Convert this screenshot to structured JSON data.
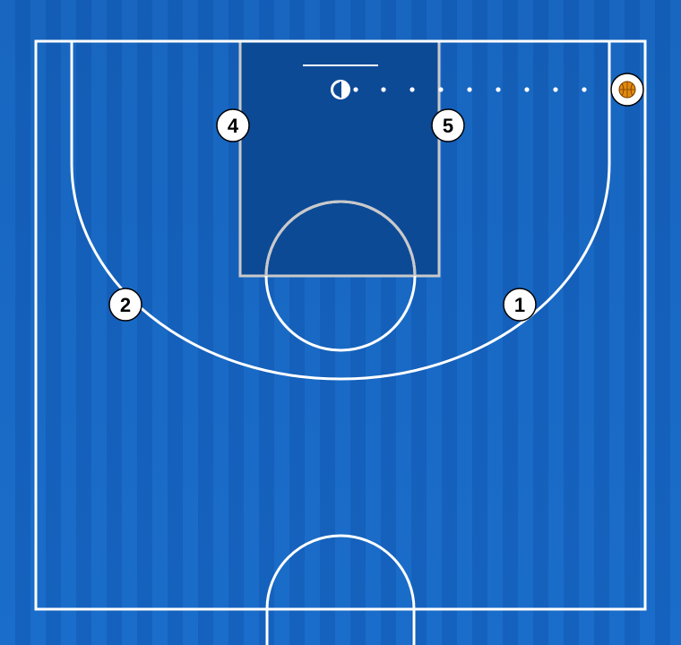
{
  "court": {
    "colors": {
      "background": "#1565c0",
      "stripe_light": "#1a70cc",
      "stripe_dark": "#1560bb",
      "paint": "#0d4a96",
      "lines": "#ffffff",
      "paint_lines": "#c8c8c8",
      "player_fill": "#ffffff",
      "player_stroke": "#000000",
      "ball": "#e08a10"
    }
  },
  "players": [
    {
      "id": "p1",
      "label": "1"
    },
    {
      "id": "p2",
      "label": "2"
    },
    {
      "id": "p4",
      "label": "4"
    },
    {
      "id": "p5",
      "label": "5"
    }
  ],
  "ball_handler": {
    "icon": "basketball-icon"
  },
  "pass": {
    "style": "dotted",
    "from": "ball-handler",
    "to": "basket"
  }
}
